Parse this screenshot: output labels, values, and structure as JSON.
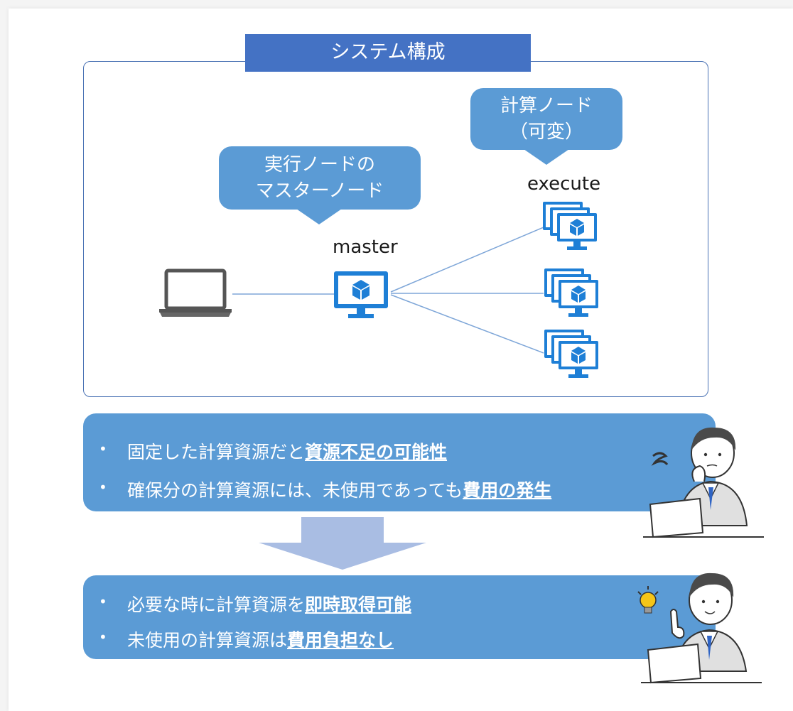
{
  "title": "システム構成",
  "callout_master": {
    "line1": "実行ノードの",
    "line2": "マスターノード"
  },
  "callout_execute": {
    "line1": "計算ノード",
    "line2": "（可変）"
  },
  "label_master": "master",
  "label_execute": "execute",
  "icons": {
    "client": "laptop-icon",
    "master": "monitor-cube-icon",
    "execute": "stacked-monitor-cube-icon",
    "person_worried": "worried-businessman-illustration",
    "person_idea": "idea-businessman-illustration",
    "down_arrow": "down-arrow"
  },
  "problem": {
    "items": [
      {
        "plain": "固定した計算資源だと",
        "bold": "資源不足の可能性"
      },
      {
        "plain": "確保分の計算資源には、未使用であっても",
        "bold": "費用の発生"
      }
    ]
  },
  "solution": {
    "items": [
      {
        "plain": "必要な時に計算資源を",
        "bold": "即時取得可能"
      },
      {
        "plain": "未使用の計算資源は",
        "bold": "費用負担なし"
      }
    ]
  },
  "colors": {
    "frame_border": "#4a72b4",
    "title_bg": "#4472c4",
    "callout_bg": "#5b9bd5",
    "icon_blue": "#1e7fd6",
    "arrow": "#a9bde3"
  }
}
